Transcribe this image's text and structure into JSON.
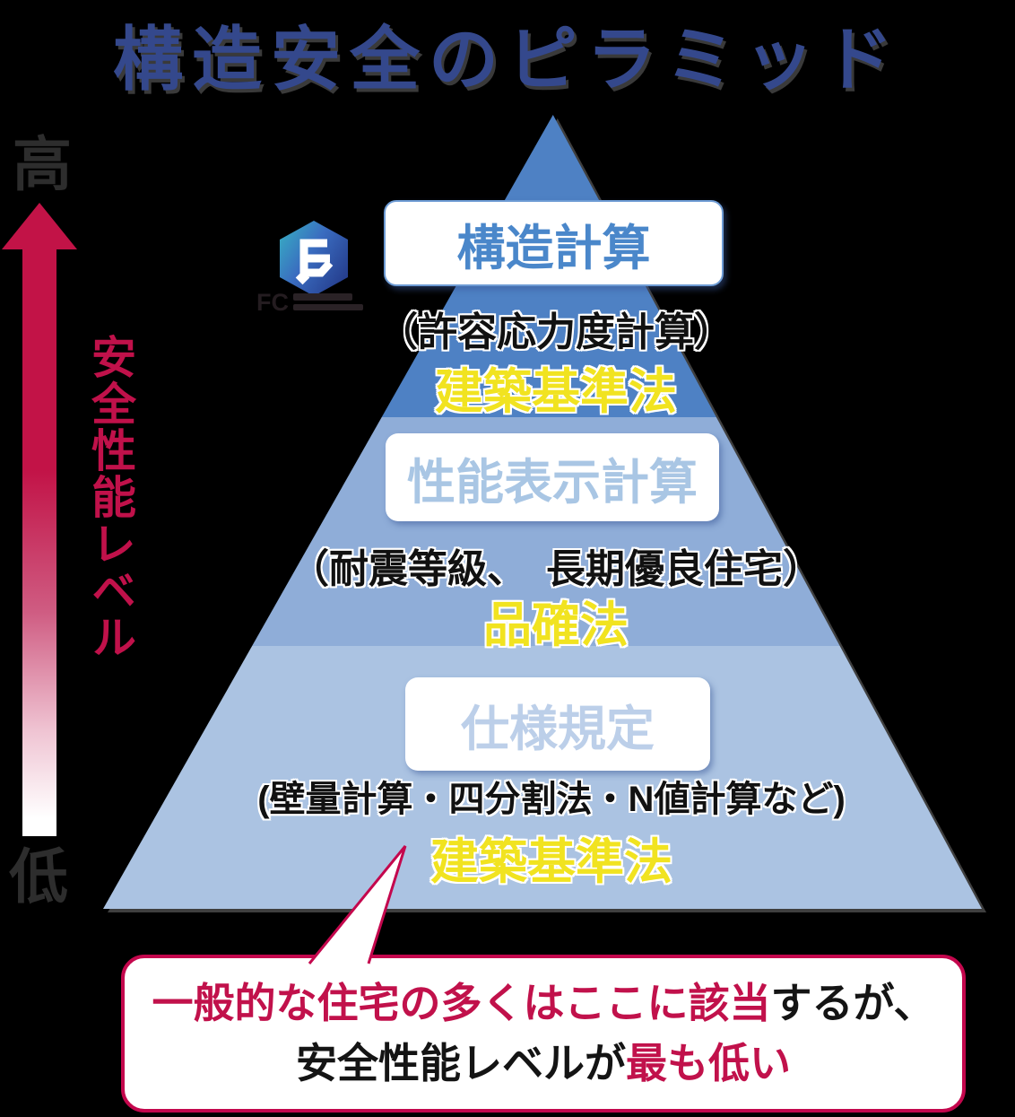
{
  "title": "構造安全のピラミッド",
  "axis": {
    "high_label": "高",
    "low_label": "低",
    "axis_label": "安全性能レベル",
    "arrow_color": "#c21347",
    "label_color": "#c0114a"
  },
  "logo": {
    "icon": "hexagon-e-logo",
    "caption": "FC"
  },
  "pyramid": {
    "tiers": [
      {
        "title": "構造計算",
        "subtitle": "（許容応力度計算）",
        "law": "建築基準法",
        "band_color": "#4e81c4",
        "title_color": "#4a87ca"
      },
      {
        "title": "性能表示計算",
        "subtitle": "（耐震等級、　長期優良住宅）",
        "law": "品確法",
        "band_color": "#8fadd8",
        "title_color": "#a9c6e4"
      },
      {
        "title": "仕様規定",
        "subtitle": "(壁量計算・四分割法・N値計算など)",
        "law": "建築基準法",
        "band_color": "#abc3e2",
        "title_color": "#bccfe9"
      }
    ],
    "law_color": "#f1e320"
  },
  "callout": {
    "border_color": "#c4074d",
    "emphasis_color": "#c1114b",
    "line1": [
      {
        "text": "一般的な住宅の多くはここに該当"
      },
      {
        "text": "するが、"
      }
    ],
    "line2": [
      {
        "text": "安全性能レベルが"
      },
      {
        "text": "最も低い"
      }
    ]
  }
}
